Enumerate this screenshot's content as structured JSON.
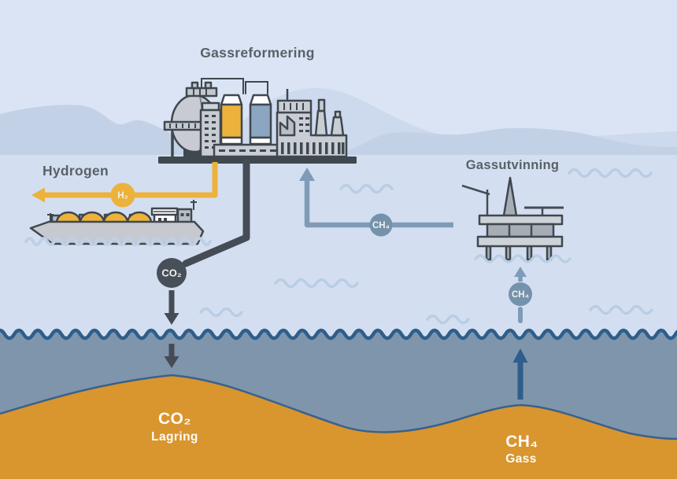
{
  "diagram": {
    "labels": {
      "reforming": "Gassreformering",
      "hydrogen": "Hydrogen",
      "extraction": "Gassutvinning",
      "storage_chem": "CO₂",
      "storage_word": "Lagring",
      "gasfield_chem": "CH₄",
      "gasfield_word": "Gass"
    },
    "badges": {
      "h2": "H₂",
      "co2": "CO₂",
      "ch4_pipeline": "CH₄",
      "ch4_well": "CH₄"
    },
    "colors": {
      "sky": "#dae4f4",
      "sea_surface": "#d3dff0",
      "mountain_far": "#cdd9ed",
      "mountain_near": "#c3d1e7",
      "deep_water": "#7e95ab",
      "waterline": "#2e5e8b",
      "seabed_orange": "#d9952e",
      "seabed_edge": "#3a618c",
      "hydrogen_yellow": "#ecb23c",
      "co2_dark": "#474f58",
      "pipe_dark": "#454c55",
      "ch4_line": "#7f9bb8",
      "ch4_badge": "#7592ad",
      "label_dark": "#5a6068",
      "label_light": "#fdfcf7"
    }
  }
}
